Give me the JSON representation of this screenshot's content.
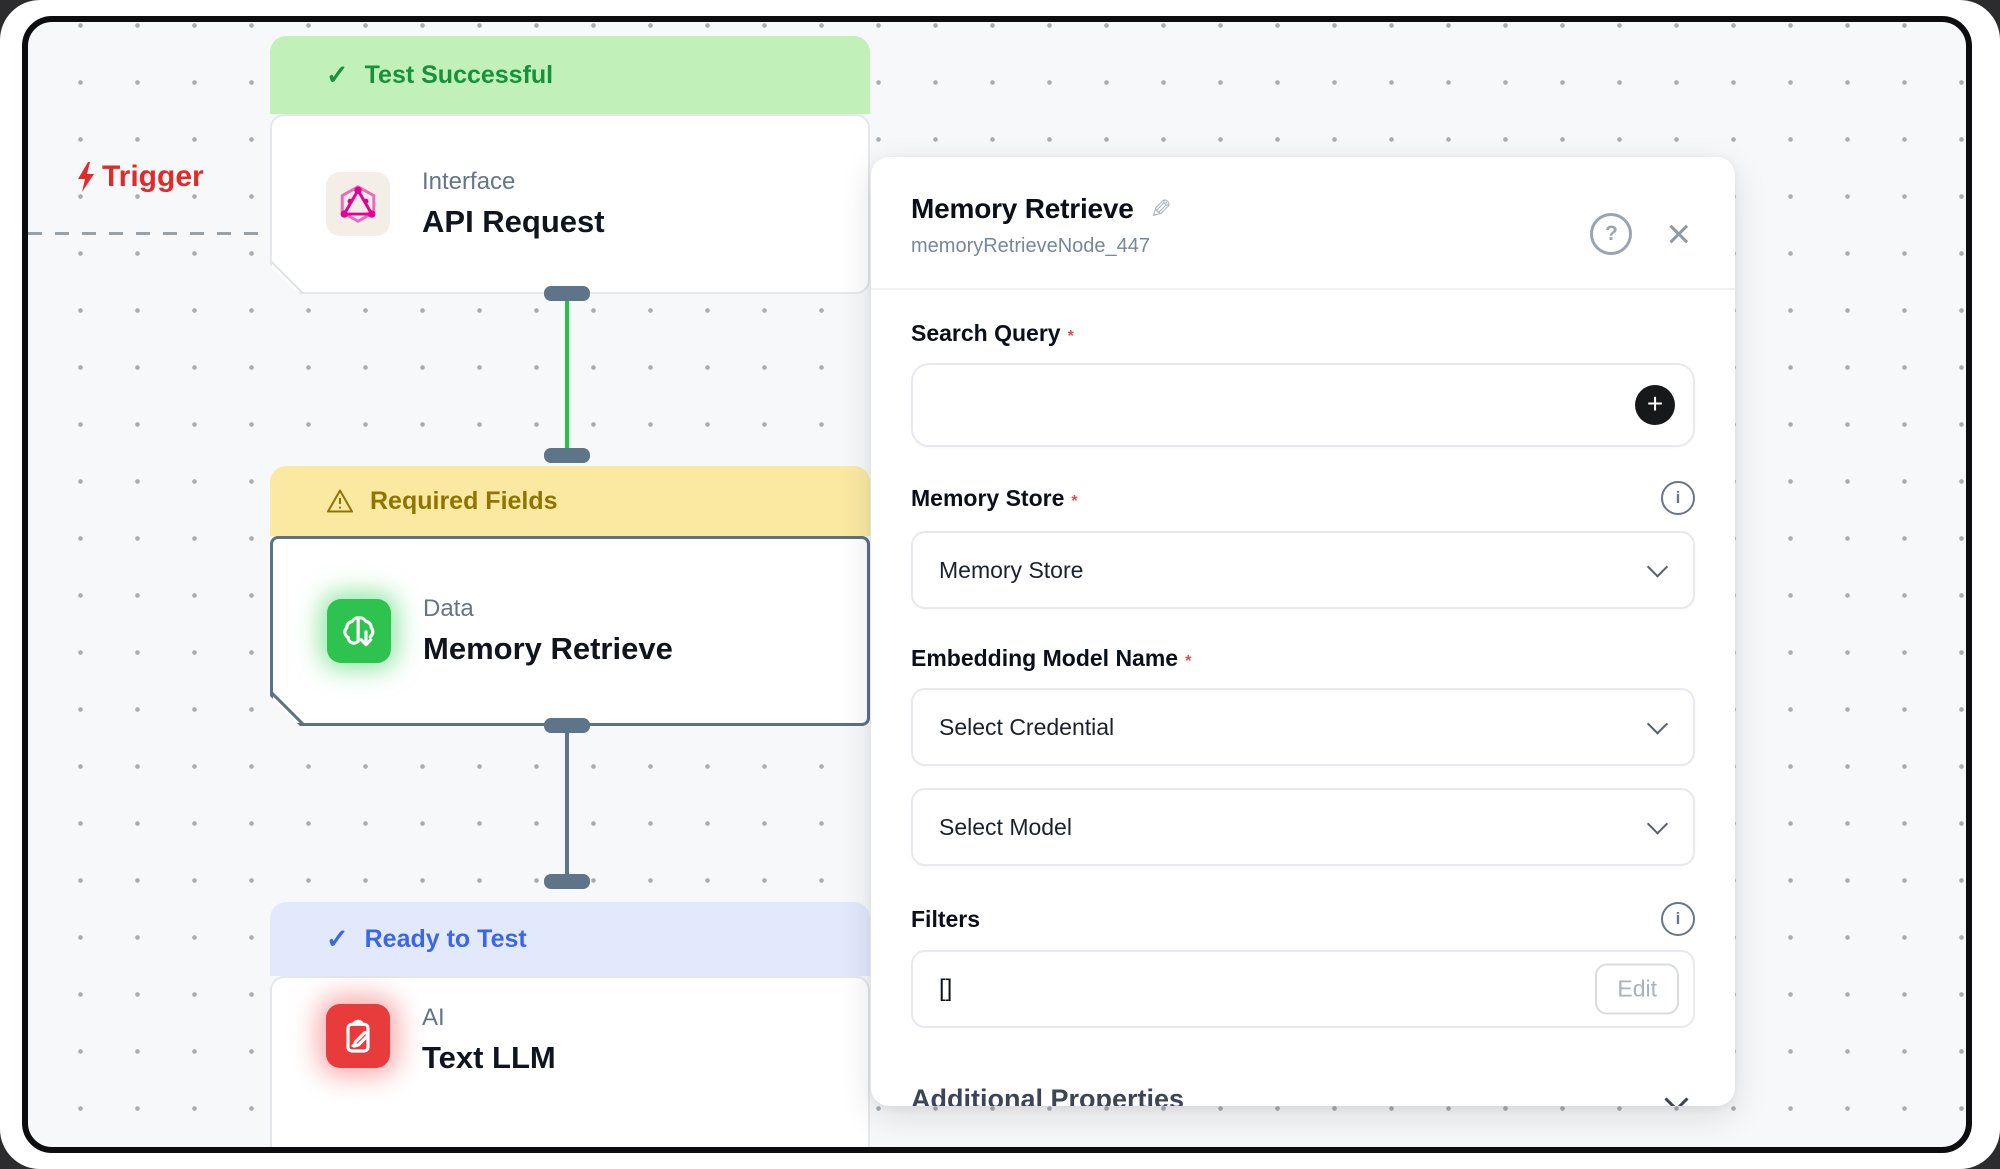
{
  "canvas": {
    "trigger_label": "Trigger",
    "nodes": [
      {
        "status_banner": "Test Successful",
        "category": "Interface",
        "title": "API Request"
      },
      {
        "status_banner": "Required Fields",
        "category": "Data",
        "title": "Memory Retrieve"
      },
      {
        "status_banner": "Ready to Test",
        "category": "AI",
        "title": "Text LLM"
      }
    ]
  },
  "panel": {
    "title": "Memory Retrieve",
    "subtitle": "memoryRetrieveNode_447",
    "required_marker": "*",
    "fields": {
      "search_query": {
        "label": "Search Query",
        "value": ""
      },
      "memory_store": {
        "label": "Memory Store",
        "selected": "Memory Store"
      },
      "embedding_model": {
        "label": "Embedding Model Name",
        "credential_placeholder": "Select Credential",
        "model_placeholder": "Select Model"
      },
      "filters": {
        "label": "Filters",
        "value": "[]",
        "edit_label": "Edit"
      }
    },
    "additional_properties_label": "Additional Properties"
  },
  "icons": {
    "check": "✓",
    "close": "×",
    "help": "?",
    "info": "i",
    "plus": "+",
    "pencil": "✎"
  },
  "colors": {
    "success_bg": "#c1f0b8",
    "success_text": "#17923c",
    "warning_bg": "#fbe9a2",
    "warning_text": "#8e7502",
    "ready_bg": "#e3e9fc",
    "ready_text": "#3b66e4",
    "trigger_red": "#e02b2b",
    "connector_green": "#25c244",
    "port_slate": "#5d7489",
    "icon_green": "#2ec24e",
    "icon_red": "#e83b3b",
    "graphql_pink": "#e10098",
    "required_red": "#e5484d"
  }
}
